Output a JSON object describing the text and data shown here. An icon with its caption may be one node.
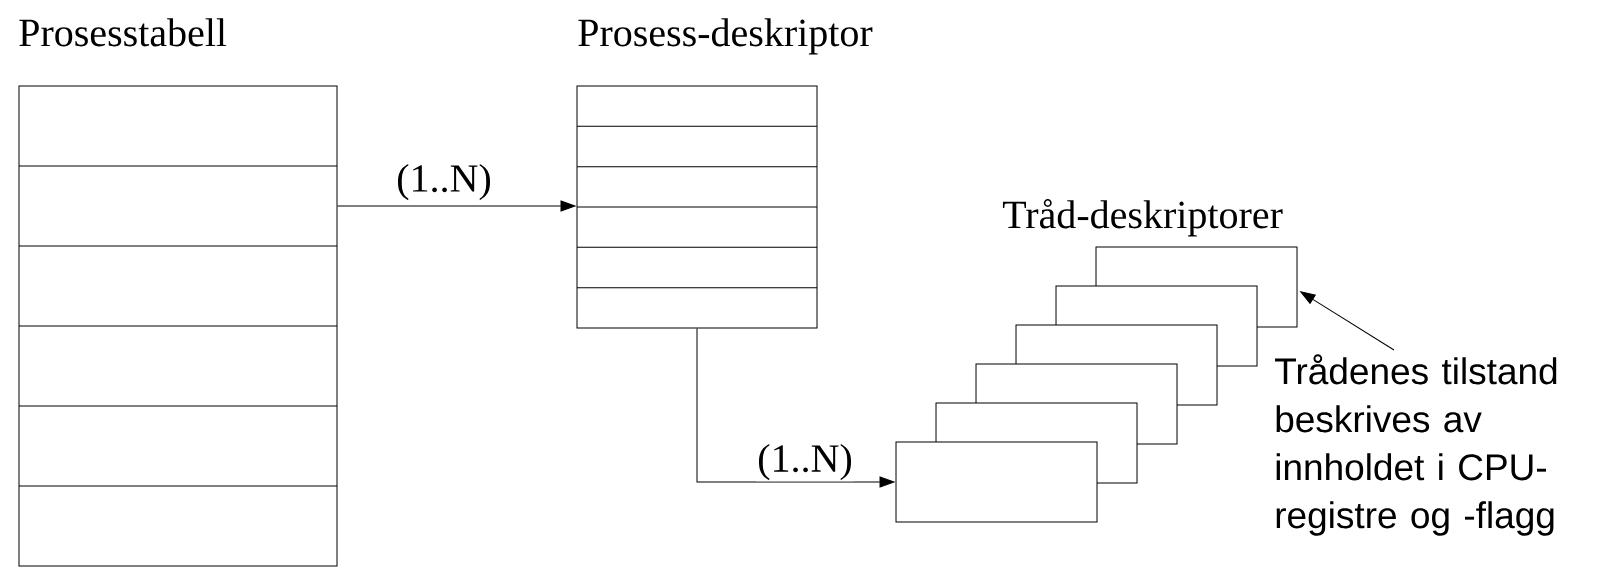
{
  "diagram": {
    "nodes": [
      {
        "text": [
          "Prosesstabell"
        ]
      },
      {
        "text": [
          "Prosess-deskriptor"
        ]
      },
      {
        "text": [
          "Tråd-deskriptorer"
        ]
      },
      {
        "text": [],
        "shape": "box"
      },
      {
        "text": [],
        "shape": "box"
      },
      {
        "text": [],
        "shape": "box"
      },
      {
        "text": [],
        "shape": "box"
      },
      {
        "text": [],
        "shape": "box"
      },
      {
        "text": [
          "Trådenes tilstand beskrives av innholdet i CPU-registre og -flagg"
        ]
      }
    ],
    "edges": [
      {
        "from": 0,
        "to": 1,
        "arrow": "to",
        "label": "(1..N)"
      },
      {
        "from": 1,
        "to": 7,
        "arrow": "to",
        "label": "(1..N)"
      },
      {
        "from": 8,
        "to": 2,
        "arrow": "to"
      }
    ]
  }
}
